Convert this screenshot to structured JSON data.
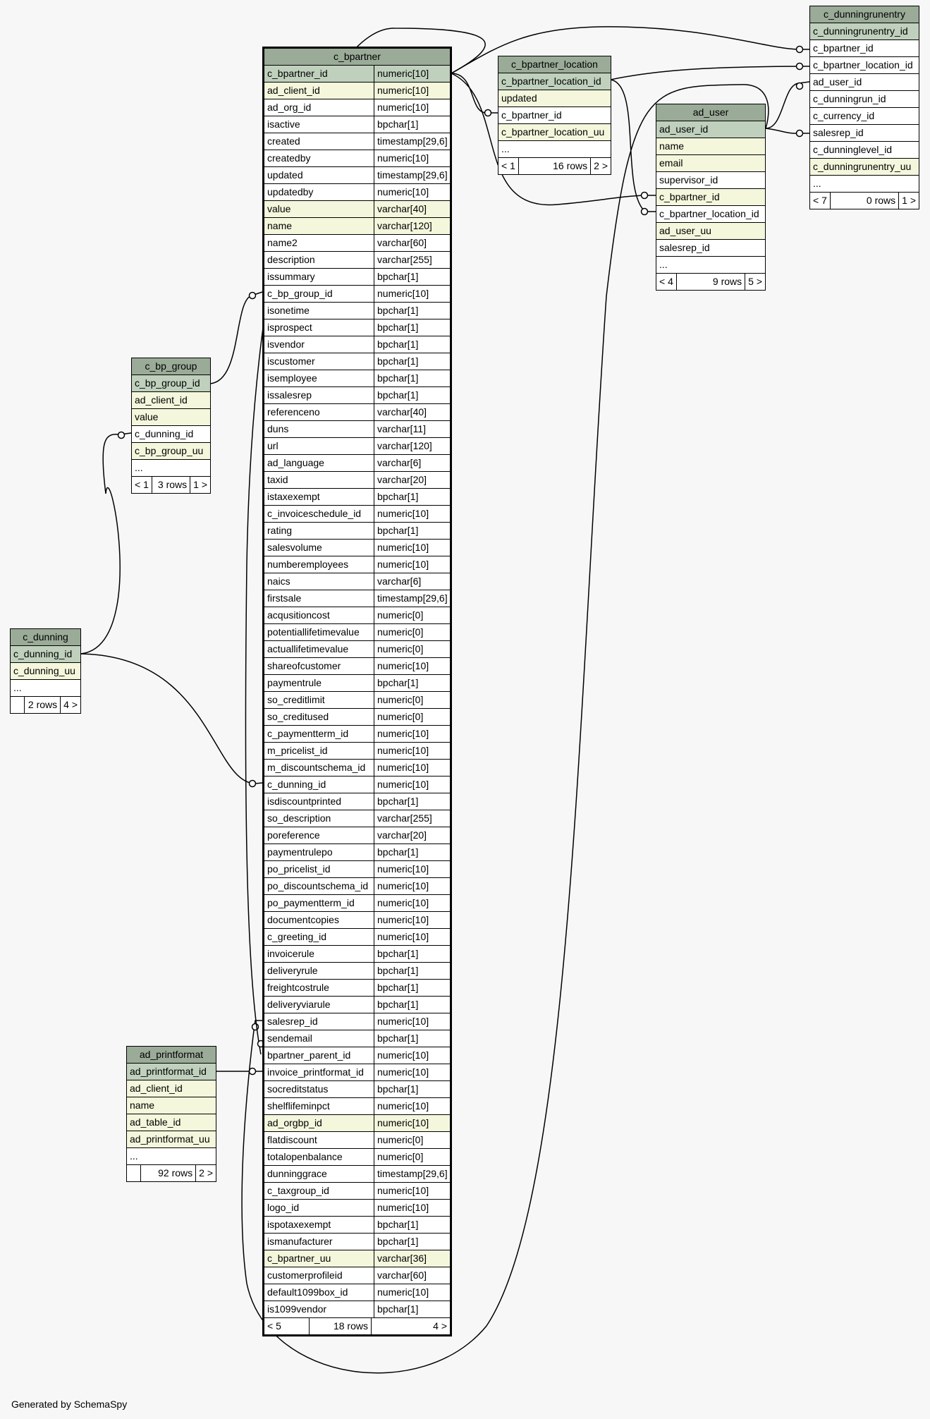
{
  "footer": "Generated by SchemaSpy",
  "tables": {
    "c_bpartner": {
      "title": "c_bpartner",
      "columns": [
        {
          "name": "c_bpartner_id",
          "type": "numeric[10]",
          "kind": "pk"
        },
        {
          "name": "ad_client_id",
          "type": "numeric[10]",
          "kind": "fk"
        },
        {
          "name": "ad_org_id",
          "type": "numeric[10]",
          "kind": ""
        },
        {
          "name": "isactive",
          "type": "bpchar[1]",
          "kind": ""
        },
        {
          "name": "created",
          "type": "timestamp[29,6]",
          "kind": ""
        },
        {
          "name": "createdby",
          "type": "numeric[10]",
          "kind": ""
        },
        {
          "name": "updated",
          "type": "timestamp[29,6]",
          "kind": ""
        },
        {
          "name": "updatedby",
          "type": "numeric[10]",
          "kind": ""
        },
        {
          "name": "value",
          "type": "varchar[40]",
          "kind": "fk"
        },
        {
          "name": "name",
          "type": "varchar[120]",
          "kind": "fk"
        },
        {
          "name": "name2",
          "type": "varchar[60]",
          "kind": ""
        },
        {
          "name": "description",
          "type": "varchar[255]",
          "kind": ""
        },
        {
          "name": "issummary",
          "type": "bpchar[1]",
          "kind": ""
        },
        {
          "name": "c_bp_group_id",
          "type": "numeric[10]",
          "kind": ""
        },
        {
          "name": "isonetime",
          "type": "bpchar[1]",
          "kind": ""
        },
        {
          "name": "isprospect",
          "type": "bpchar[1]",
          "kind": ""
        },
        {
          "name": "isvendor",
          "type": "bpchar[1]",
          "kind": ""
        },
        {
          "name": "iscustomer",
          "type": "bpchar[1]",
          "kind": ""
        },
        {
          "name": "isemployee",
          "type": "bpchar[1]",
          "kind": ""
        },
        {
          "name": "issalesrep",
          "type": "bpchar[1]",
          "kind": ""
        },
        {
          "name": "referenceno",
          "type": "varchar[40]",
          "kind": ""
        },
        {
          "name": "duns",
          "type": "varchar[11]",
          "kind": ""
        },
        {
          "name": "url",
          "type": "varchar[120]",
          "kind": ""
        },
        {
          "name": "ad_language",
          "type": "varchar[6]",
          "kind": ""
        },
        {
          "name": "taxid",
          "type": "varchar[20]",
          "kind": ""
        },
        {
          "name": "istaxexempt",
          "type": "bpchar[1]",
          "kind": ""
        },
        {
          "name": "c_invoiceschedule_id",
          "type": "numeric[10]",
          "kind": ""
        },
        {
          "name": "rating",
          "type": "bpchar[1]",
          "kind": ""
        },
        {
          "name": "salesvolume",
          "type": "numeric[10]",
          "kind": ""
        },
        {
          "name": "numberemployees",
          "type": "numeric[10]",
          "kind": ""
        },
        {
          "name": "naics",
          "type": "varchar[6]",
          "kind": ""
        },
        {
          "name": "firstsale",
          "type": "timestamp[29,6]",
          "kind": ""
        },
        {
          "name": "acqusitioncost",
          "type": "numeric[0]",
          "kind": ""
        },
        {
          "name": "potentiallifetimevalue",
          "type": "numeric[0]",
          "kind": ""
        },
        {
          "name": "actuallifetimevalue",
          "type": "numeric[0]",
          "kind": ""
        },
        {
          "name": "shareofcustomer",
          "type": "numeric[10]",
          "kind": ""
        },
        {
          "name": "paymentrule",
          "type": "bpchar[1]",
          "kind": ""
        },
        {
          "name": "so_creditlimit",
          "type": "numeric[0]",
          "kind": ""
        },
        {
          "name": "so_creditused",
          "type": "numeric[0]",
          "kind": ""
        },
        {
          "name": "c_paymentterm_id",
          "type": "numeric[10]",
          "kind": ""
        },
        {
          "name": "m_pricelist_id",
          "type": "numeric[10]",
          "kind": ""
        },
        {
          "name": "m_discountschema_id",
          "type": "numeric[10]",
          "kind": ""
        },
        {
          "name": "c_dunning_id",
          "type": "numeric[10]",
          "kind": ""
        },
        {
          "name": "isdiscountprinted",
          "type": "bpchar[1]",
          "kind": ""
        },
        {
          "name": "so_description",
          "type": "varchar[255]",
          "kind": ""
        },
        {
          "name": "poreference",
          "type": "varchar[20]",
          "kind": ""
        },
        {
          "name": "paymentrulepo",
          "type": "bpchar[1]",
          "kind": ""
        },
        {
          "name": "po_pricelist_id",
          "type": "numeric[10]",
          "kind": ""
        },
        {
          "name": "po_discountschema_id",
          "type": "numeric[10]",
          "kind": ""
        },
        {
          "name": "po_paymentterm_id",
          "type": "numeric[10]",
          "kind": ""
        },
        {
          "name": "documentcopies",
          "type": "numeric[10]",
          "kind": ""
        },
        {
          "name": "c_greeting_id",
          "type": "numeric[10]",
          "kind": ""
        },
        {
          "name": "invoicerule",
          "type": "bpchar[1]",
          "kind": ""
        },
        {
          "name": "deliveryrule",
          "type": "bpchar[1]",
          "kind": ""
        },
        {
          "name": "freightcostrule",
          "type": "bpchar[1]",
          "kind": ""
        },
        {
          "name": "deliveryviarule",
          "type": "bpchar[1]",
          "kind": ""
        },
        {
          "name": "salesrep_id",
          "type": "numeric[10]",
          "kind": ""
        },
        {
          "name": "sendemail",
          "type": "bpchar[1]",
          "kind": ""
        },
        {
          "name": "bpartner_parent_id",
          "type": "numeric[10]",
          "kind": ""
        },
        {
          "name": "invoice_printformat_id",
          "type": "numeric[10]",
          "kind": ""
        },
        {
          "name": "socreditstatus",
          "type": "bpchar[1]",
          "kind": ""
        },
        {
          "name": "shelflifeminpct",
          "type": "numeric[10]",
          "kind": ""
        },
        {
          "name": "ad_orgbp_id",
          "type": "numeric[10]",
          "kind": "fk"
        },
        {
          "name": "flatdiscount",
          "type": "numeric[0]",
          "kind": ""
        },
        {
          "name": "totalopenbalance",
          "type": "numeric[0]",
          "kind": ""
        },
        {
          "name": "dunninggrace",
          "type": "timestamp[29,6]",
          "kind": ""
        },
        {
          "name": "c_taxgroup_id",
          "type": "numeric[10]",
          "kind": ""
        },
        {
          "name": "logo_id",
          "type": "numeric[10]",
          "kind": ""
        },
        {
          "name": "ispotaxexempt",
          "type": "bpchar[1]",
          "kind": ""
        },
        {
          "name": "ismanufacturer",
          "type": "bpchar[1]",
          "kind": ""
        },
        {
          "name": "c_bpartner_uu",
          "type": "varchar[36]",
          "kind": "fk"
        },
        {
          "name": "customerprofileid",
          "type": "varchar[60]",
          "kind": ""
        },
        {
          "name": "default1099box_id",
          "type": "numeric[10]",
          "kind": ""
        },
        {
          "name": "is1099vendor",
          "type": "bpchar[1]",
          "kind": ""
        }
      ],
      "footer": {
        "left": "< 5",
        "mid": "18 rows",
        "right": "4 >"
      }
    },
    "c_bpartner_location": {
      "title": "c_bpartner_location",
      "columns": [
        {
          "name": "c_bpartner_location_id",
          "kind": "pk"
        },
        {
          "name": "updated",
          "kind": "fk"
        },
        {
          "name": "c_bpartner_id",
          "kind": ""
        },
        {
          "name": "c_bpartner_location_uu",
          "kind": "fk"
        },
        {
          "name": "...",
          "kind": "more"
        }
      ],
      "footer": {
        "left": "< 1",
        "mid": "16 rows",
        "right": "2 >"
      }
    },
    "ad_user": {
      "title": "ad_user",
      "columns": [
        {
          "name": "ad_user_id",
          "kind": "pk"
        },
        {
          "name": "name",
          "kind": "fk"
        },
        {
          "name": "email",
          "kind": "fk"
        },
        {
          "name": "supervisor_id",
          "kind": ""
        },
        {
          "name": "c_bpartner_id",
          "kind": "fk"
        },
        {
          "name": "c_bpartner_location_id",
          "kind": ""
        },
        {
          "name": "ad_user_uu",
          "kind": "fk"
        },
        {
          "name": "salesrep_id",
          "kind": ""
        },
        {
          "name": "...",
          "kind": "more"
        }
      ],
      "footer": {
        "left": "< 4",
        "mid": "9 rows",
        "right": "5 >"
      }
    },
    "c_dunningrunentry": {
      "title": "c_dunningrunentry",
      "columns": [
        {
          "name": "c_dunningrunentry_id",
          "kind": "pk"
        },
        {
          "name": "c_bpartner_id",
          "kind": ""
        },
        {
          "name": "c_bpartner_location_id",
          "kind": ""
        },
        {
          "name": "ad_user_id",
          "kind": ""
        },
        {
          "name": "c_dunningrun_id",
          "kind": ""
        },
        {
          "name": "c_currency_id",
          "kind": ""
        },
        {
          "name": "salesrep_id",
          "kind": ""
        },
        {
          "name": "c_dunninglevel_id",
          "kind": ""
        },
        {
          "name": "c_dunningrunentry_uu",
          "kind": "fk"
        },
        {
          "name": "...",
          "kind": "more"
        }
      ],
      "footer": {
        "left": "< 7",
        "mid": "0 rows",
        "right": "1 >"
      }
    },
    "c_bp_group": {
      "title": "c_bp_group",
      "columns": [
        {
          "name": "c_bp_group_id",
          "kind": "pk"
        },
        {
          "name": "ad_client_id",
          "kind": "fk"
        },
        {
          "name": "value",
          "kind": "fk"
        },
        {
          "name": "c_dunning_id",
          "kind": ""
        },
        {
          "name": "c_bp_group_uu",
          "kind": "fk"
        },
        {
          "name": "...",
          "kind": "more"
        }
      ],
      "footer": {
        "left": "< 1",
        "mid": "3 rows",
        "right": "1 >"
      }
    },
    "c_dunning": {
      "title": "c_dunning",
      "columns": [
        {
          "name": "c_dunning_id",
          "kind": "pk"
        },
        {
          "name": "c_dunning_uu",
          "kind": "fk"
        },
        {
          "name": "...",
          "kind": "more"
        }
      ],
      "footer": {
        "left": "",
        "mid": "2 rows",
        "right": "4 >"
      }
    },
    "ad_printformat": {
      "title": "ad_printformat",
      "columns": [
        {
          "name": "ad_printformat_id",
          "kind": "pk"
        },
        {
          "name": "ad_client_id",
          "kind": "fk"
        },
        {
          "name": "name",
          "kind": "fk"
        },
        {
          "name": "ad_table_id",
          "kind": "fk"
        },
        {
          "name": "ad_printformat_uu",
          "kind": "fk"
        },
        {
          "name": "...",
          "kind": "more"
        }
      ],
      "footer": {
        "left": "",
        "mid": "92 rows",
        "right": "2 >"
      }
    }
  }
}
